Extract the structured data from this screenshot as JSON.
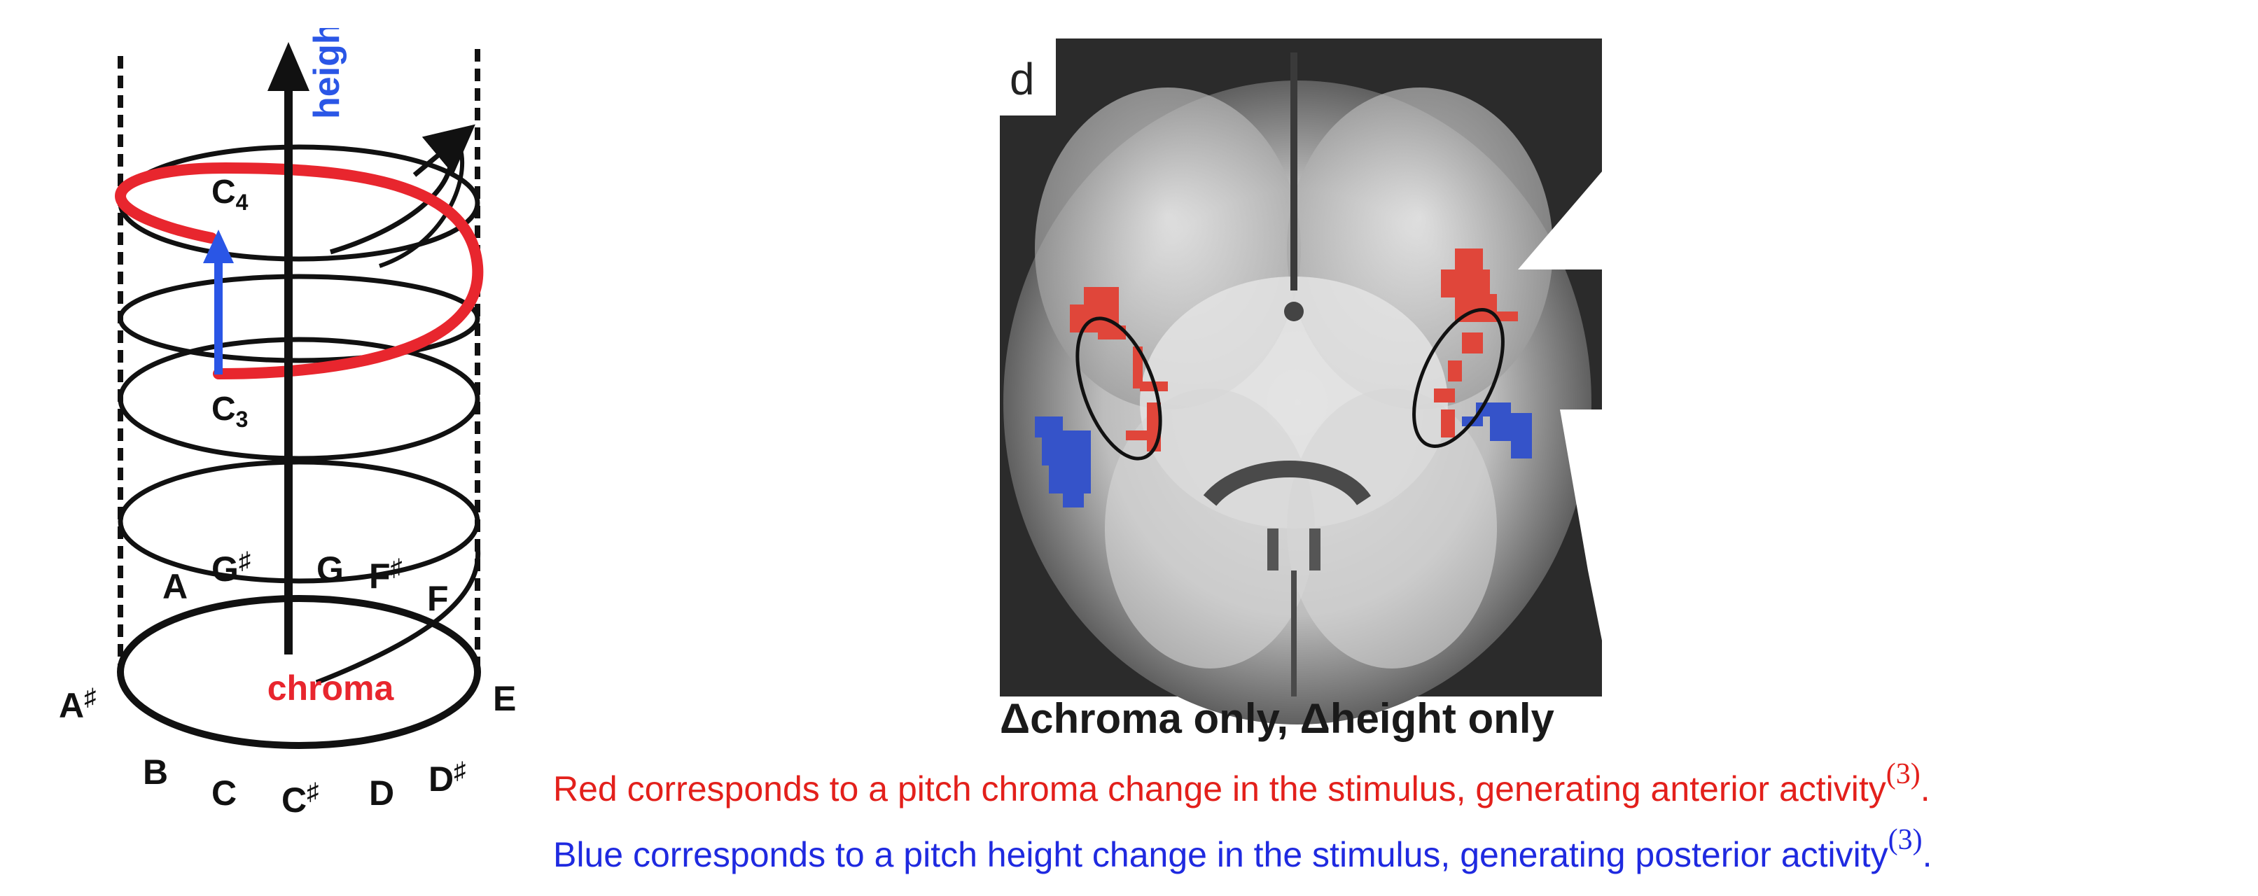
{
  "helix": {
    "axis_label": "height",
    "chroma_label": "chroma",
    "note_C4": "C",
    "note_C4_sub": "4",
    "note_C3": "C",
    "note_C3_sub": "3",
    "notes": [
      {
        "name": "A",
        "sharp": ""
      },
      {
        "name": "G",
        "sharp": "♯"
      },
      {
        "name": "G",
        "sharp": ""
      },
      {
        "name": "F",
        "sharp": "♯"
      },
      {
        "name": "F",
        "sharp": ""
      },
      {
        "name": "E",
        "sharp": ""
      },
      {
        "name": "D",
        "sharp": "♯"
      },
      {
        "name": "D",
        "sharp": ""
      },
      {
        "name": "C",
        "sharp": "♯"
      },
      {
        "name": "C",
        "sharp": ""
      },
      {
        "name": "B",
        "sharp": ""
      },
      {
        "name": "A",
        "sharp": "♯"
      }
    ],
    "colors": {
      "chroma": "#e8262e",
      "height": "#2a56e6",
      "helix": "#111111"
    }
  },
  "brain": {
    "panel_label": "d",
    "caption": "Δchroma only, Δheight only",
    "colors": {
      "chroma": "#e0463a",
      "height": "#3553c9"
    }
  },
  "notes_text": {
    "red": "Red corresponds to a pitch chroma change in the stimulus, generating anterior activity",
    "red_ref": "(3)",
    "red_end": ".",
    "blue": "Blue corresponds to a pitch height change in the stimulus, generating posterior activity",
    "blue_ref": "(3)",
    "blue_end": "."
  }
}
